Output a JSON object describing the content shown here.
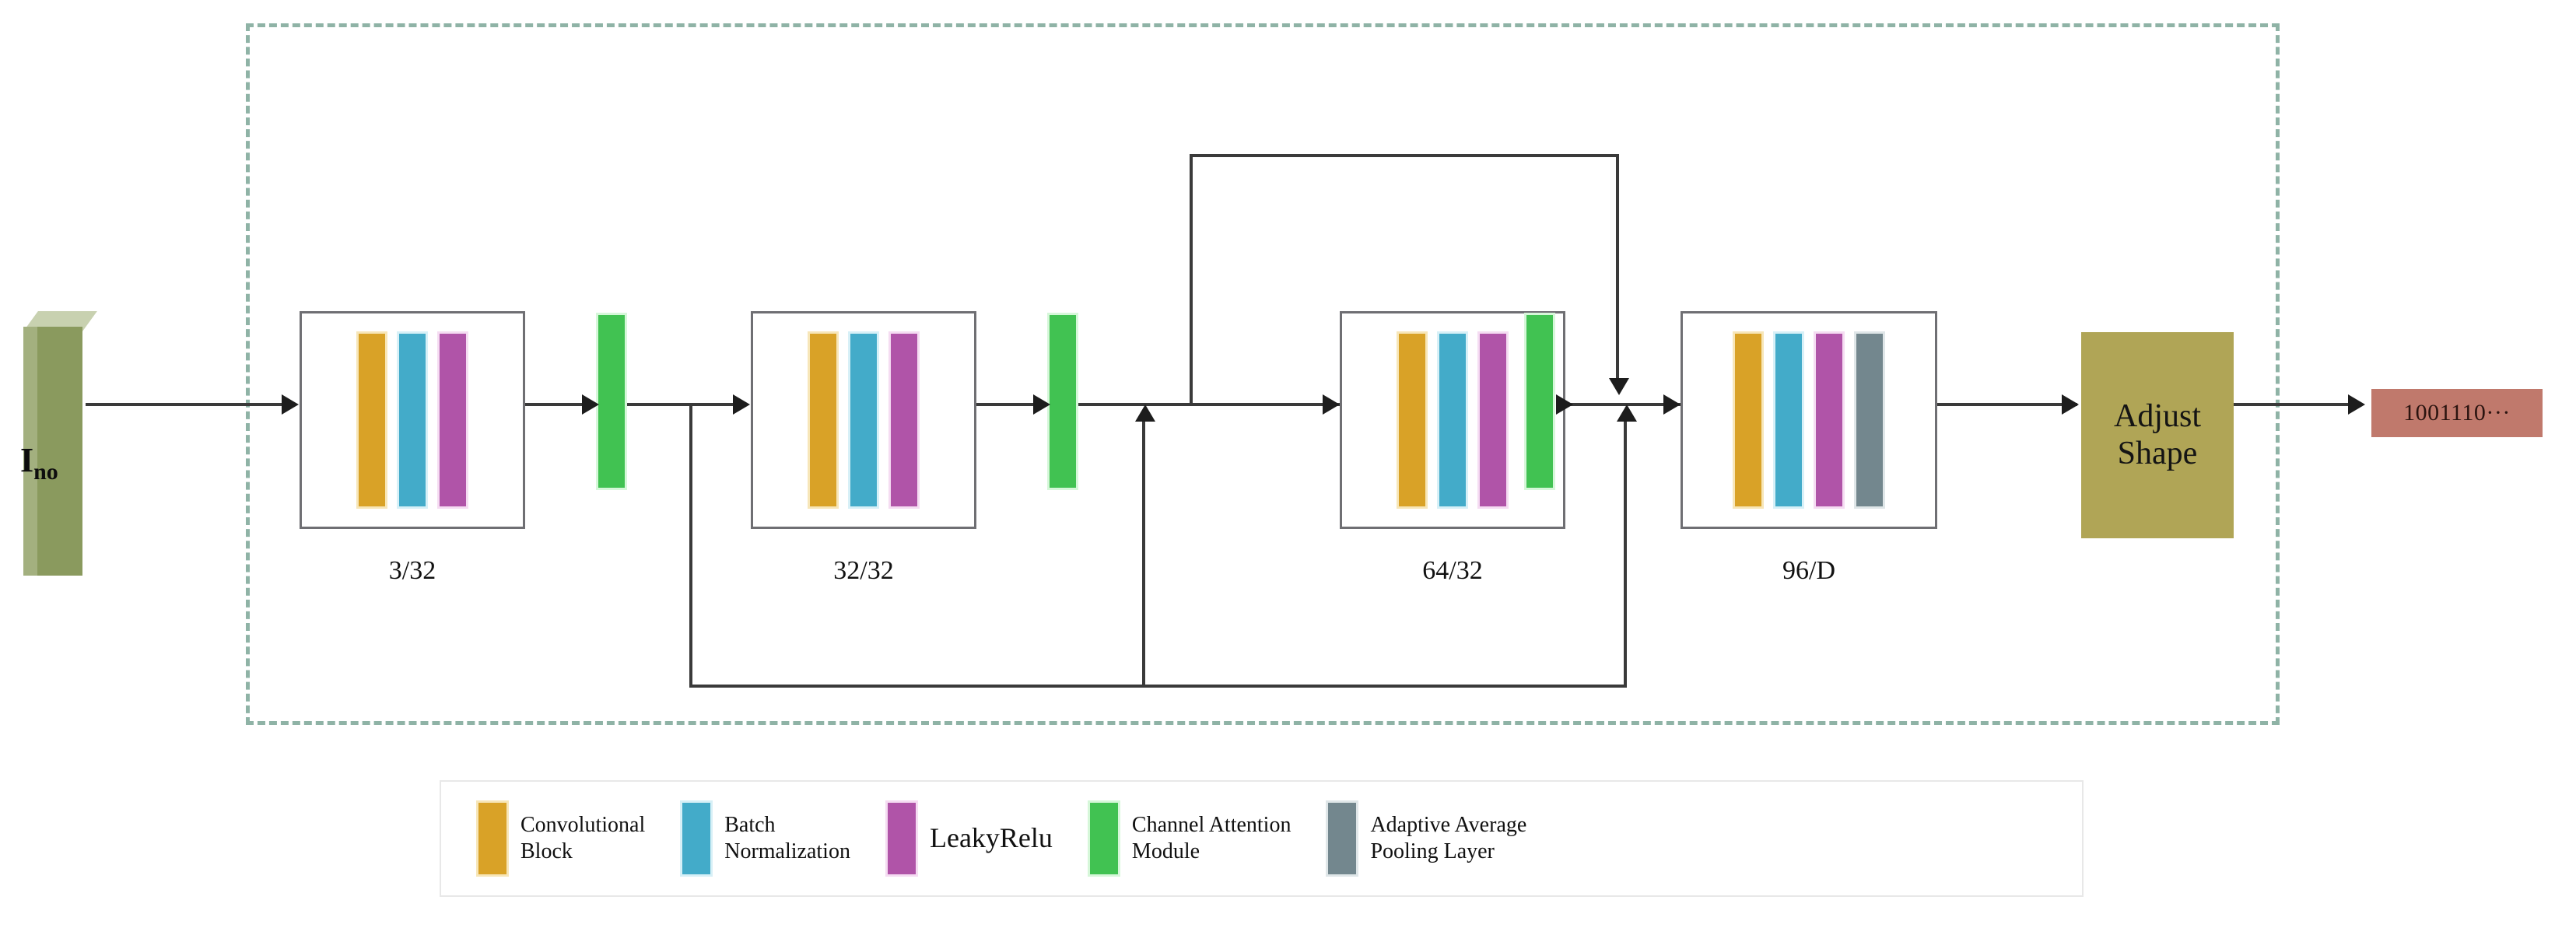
{
  "diagram": {
    "title": "Network architecture diagram",
    "input": {
      "label_main": "I",
      "label_sub": "no",
      "name": "input-image-slab"
    },
    "output": {
      "adjust_shape_line1": "Adjust",
      "adjust_shape_line2": "Shape",
      "binary_string": "1001110···"
    },
    "blocks": [
      {
        "caption": "3/32",
        "bars": [
          "conv",
          "bn",
          "lrelu"
        ]
      },
      {
        "caption": "32/32",
        "bars": [
          "conv",
          "bn",
          "lrelu"
        ]
      },
      {
        "caption": "64/32",
        "bars": [
          "conv",
          "bn",
          "lrelu"
        ]
      },
      {
        "caption": "96/D",
        "bars": [
          "conv",
          "bn",
          "lrelu",
          "pool"
        ]
      }
    ],
    "attention_modules": [
      {
        "name": "channel-attention-module-1"
      },
      {
        "name": "channel-attention-module-2"
      },
      {
        "name": "channel-attention-module-3"
      }
    ],
    "legend": [
      {
        "swatch": "conv",
        "label": "Convolutional\nBlock",
        "wide": false
      },
      {
        "swatch": "bn",
        "label": "Batch\nNormalization",
        "wide": false
      },
      {
        "swatch": "lrelu",
        "label": "LeakyRelu",
        "wide": true
      },
      {
        "swatch": "cam",
        "label": "Channel Attention\nModule",
        "wide": false
      },
      {
        "swatch": "pool",
        "label": "Adaptive Average\nPooling Layer",
        "wide": false
      }
    ],
    "colors": {
      "convolutional_block": "#d9a227",
      "batch_normalization": "#43abc9",
      "leaky_relu": "#b054a8",
      "channel_attention": "#41c252",
      "adaptive_avg_pooling": "#73878e",
      "adjust_shape_box": "#b0a556",
      "binary_output_box": "#c0796c",
      "input_slab": "#8a9a5e",
      "dashed_border": "#8fb3a6",
      "edge_line": "#3a3a3a"
    }
  }
}
